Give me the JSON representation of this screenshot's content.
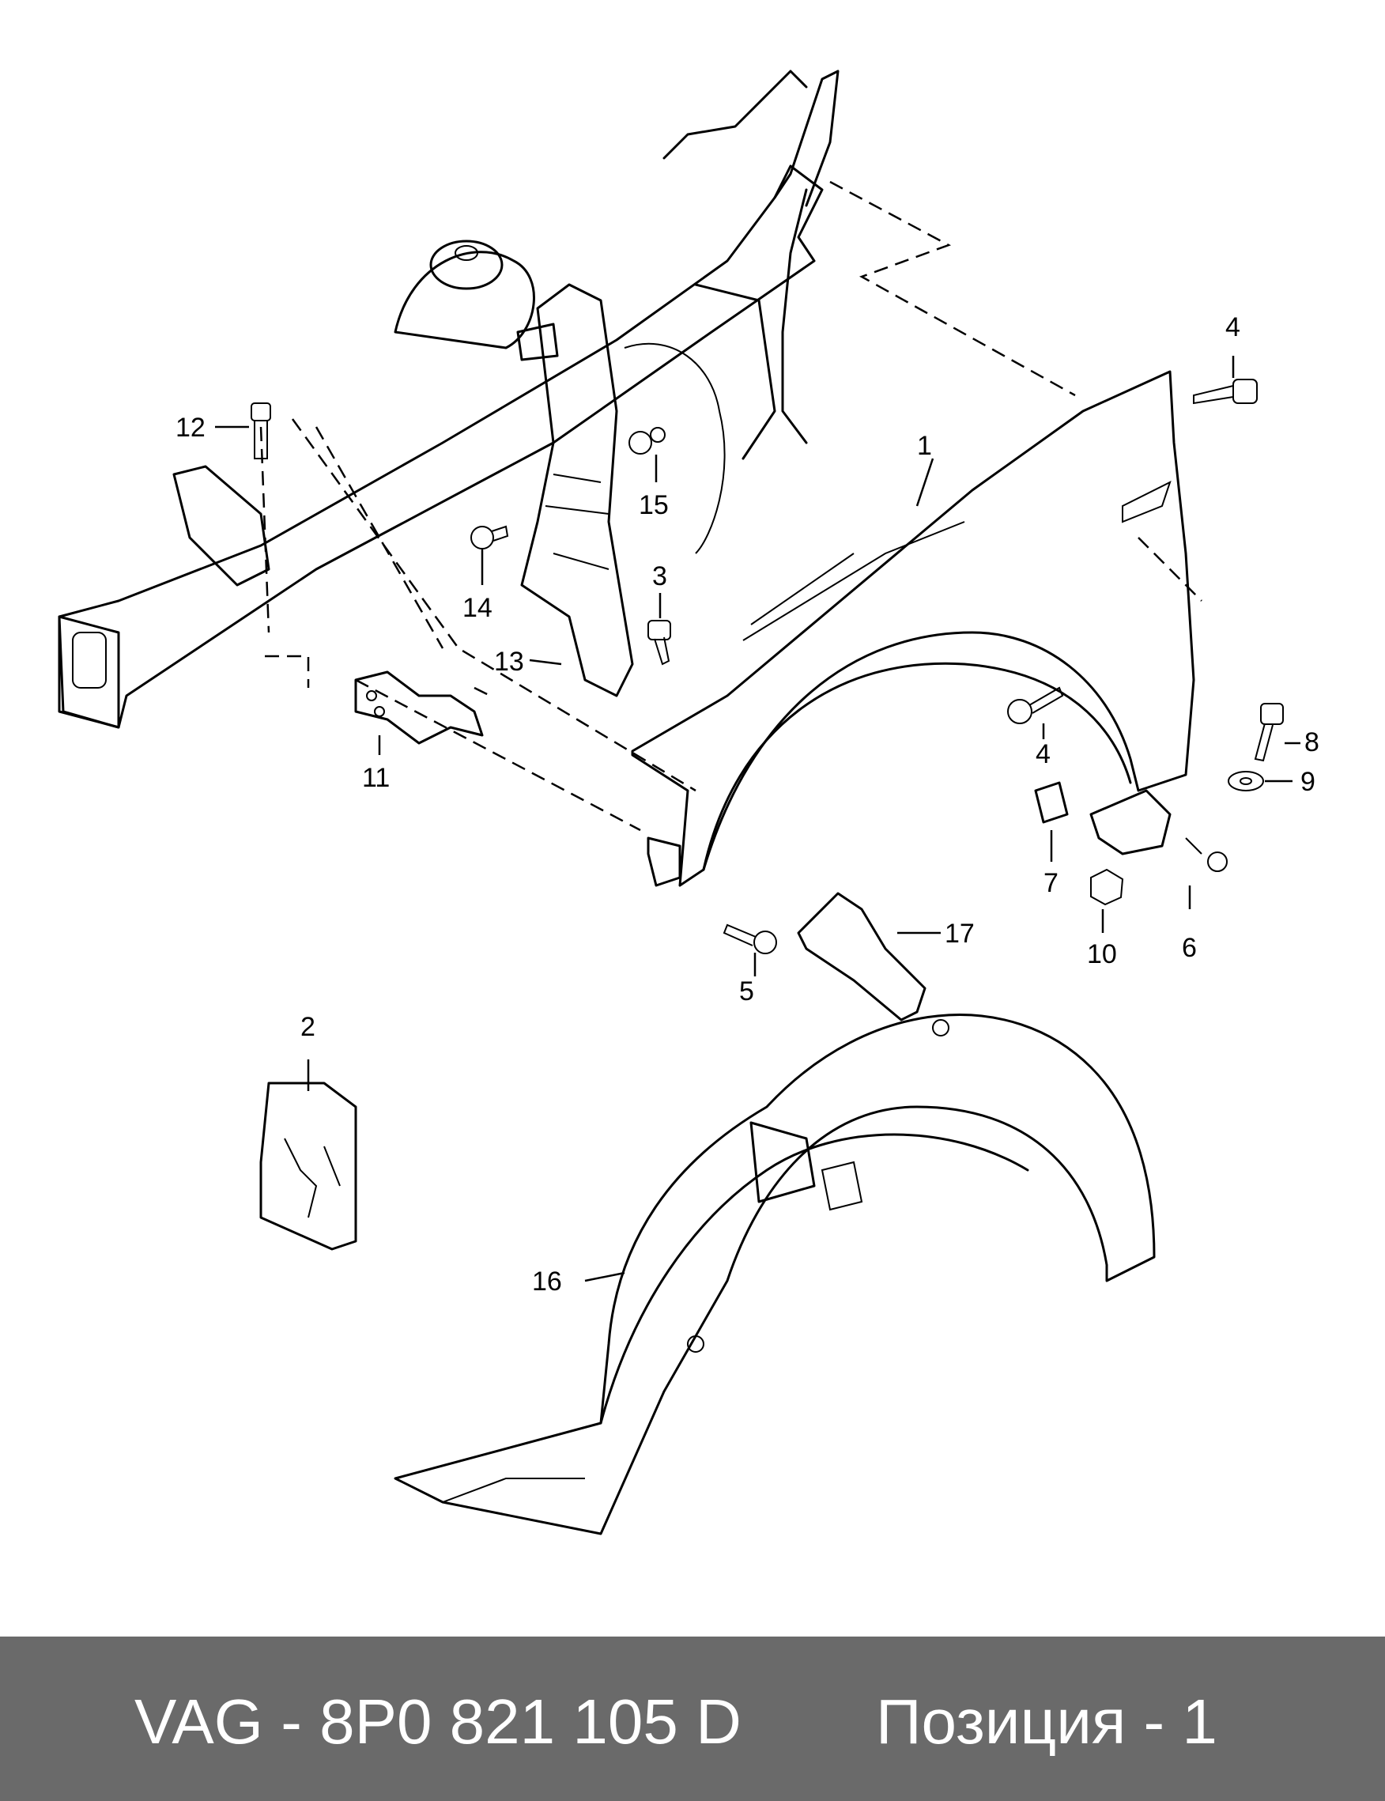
{
  "diagram": {
    "callouts": [
      {
        "id": "1",
        "text": "1"
      },
      {
        "id": "2",
        "text": "2"
      },
      {
        "id": "3",
        "text": "3"
      },
      {
        "id": "4a",
        "text": "4"
      },
      {
        "id": "4b",
        "text": "4"
      },
      {
        "id": "5",
        "text": "5"
      },
      {
        "id": "6",
        "text": "6"
      },
      {
        "id": "7",
        "text": "7"
      },
      {
        "id": "8",
        "text": "8"
      },
      {
        "id": "9",
        "text": "9"
      },
      {
        "id": "10",
        "text": "10"
      },
      {
        "id": "11",
        "text": "11"
      },
      {
        "id": "12",
        "text": "12"
      },
      {
        "id": "13",
        "text": "13"
      },
      {
        "id": "14",
        "text": "14"
      },
      {
        "id": "15",
        "text": "15"
      },
      {
        "id": "16",
        "text": "16"
      },
      {
        "id": "17",
        "text": "17"
      }
    ]
  },
  "footer": {
    "part_number": "VAG - 8P0 821 105 D",
    "position": "Позиция - 1"
  }
}
